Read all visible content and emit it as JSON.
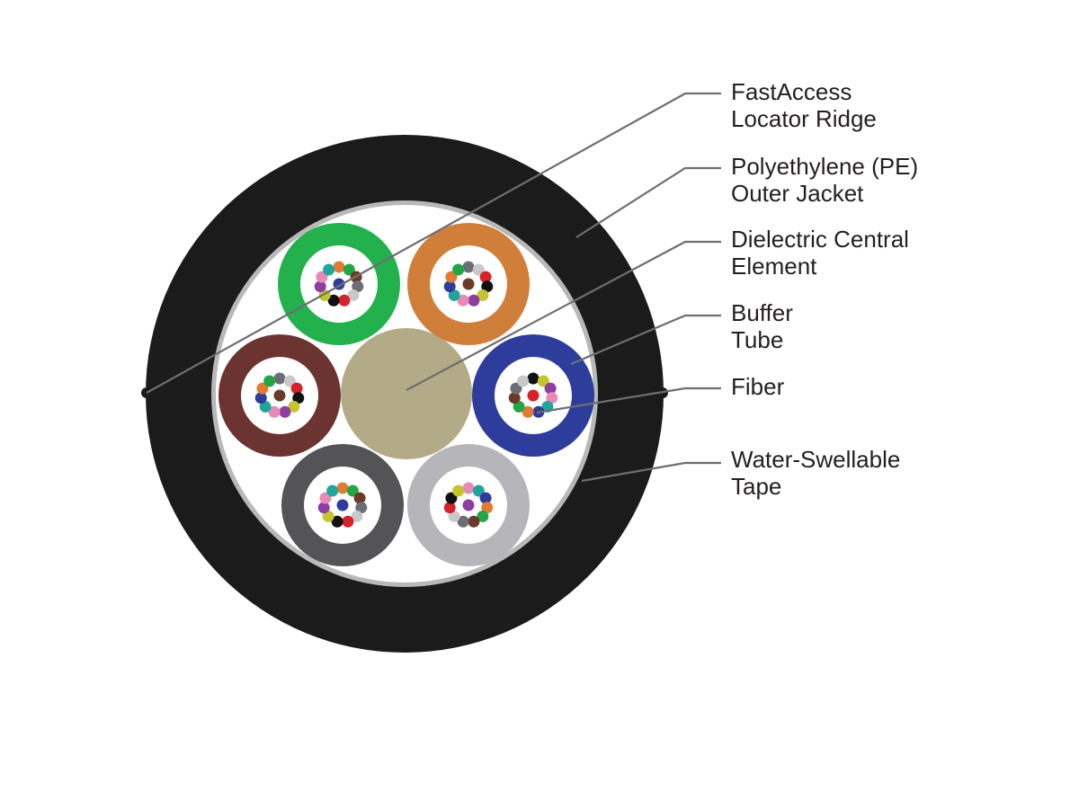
{
  "labels": {
    "locator_ridge": [
      "FastAccess",
      "Locator Ridge"
    ],
    "outer_jacket": [
      "Polyethylene (PE)",
      "Outer Jacket"
    ],
    "central_element": [
      "Dielectric Central",
      "Element"
    ],
    "buffer_tube": [
      "Buffer",
      "Tube"
    ],
    "fiber": [
      "Fiber"
    ],
    "water_tape": [
      "Water-Swellable",
      "Tape"
    ]
  },
  "colors": {
    "jacket": "#1b1b1b",
    "tape": "#b8b8b8",
    "core_fill": "#ffffff",
    "central_element": "#b3ab87",
    "leader_line": "#6d6e71",
    "label_text": "#231f20"
  },
  "buffer_tubes": [
    {
      "name": "green",
      "color": "#23b14d"
    },
    {
      "name": "orange",
      "color": "#cf7f3a"
    },
    {
      "name": "blue",
      "color": "#2e3d9b"
    },
    {
      "name": "white",
      "color": "#b6b6ba"
    },
    {
      "name": "slate",
      "color": "#545456"
    },
    {
      "name": "brown",
      "color": "#6b3431"
    }
  ],
  "fiber_colors": [
    "#2e3d9b",
    "#e07b33",
    "#24a548",
    "#6b3a2a",
    "#6b6e76",
    "#c8c8c8",
    "#d4232b",
    "#111111",
    "#c4c42e",
    "#8e3da0",
    "#e78ab8",
    "#1fa59b"
  ]
}
